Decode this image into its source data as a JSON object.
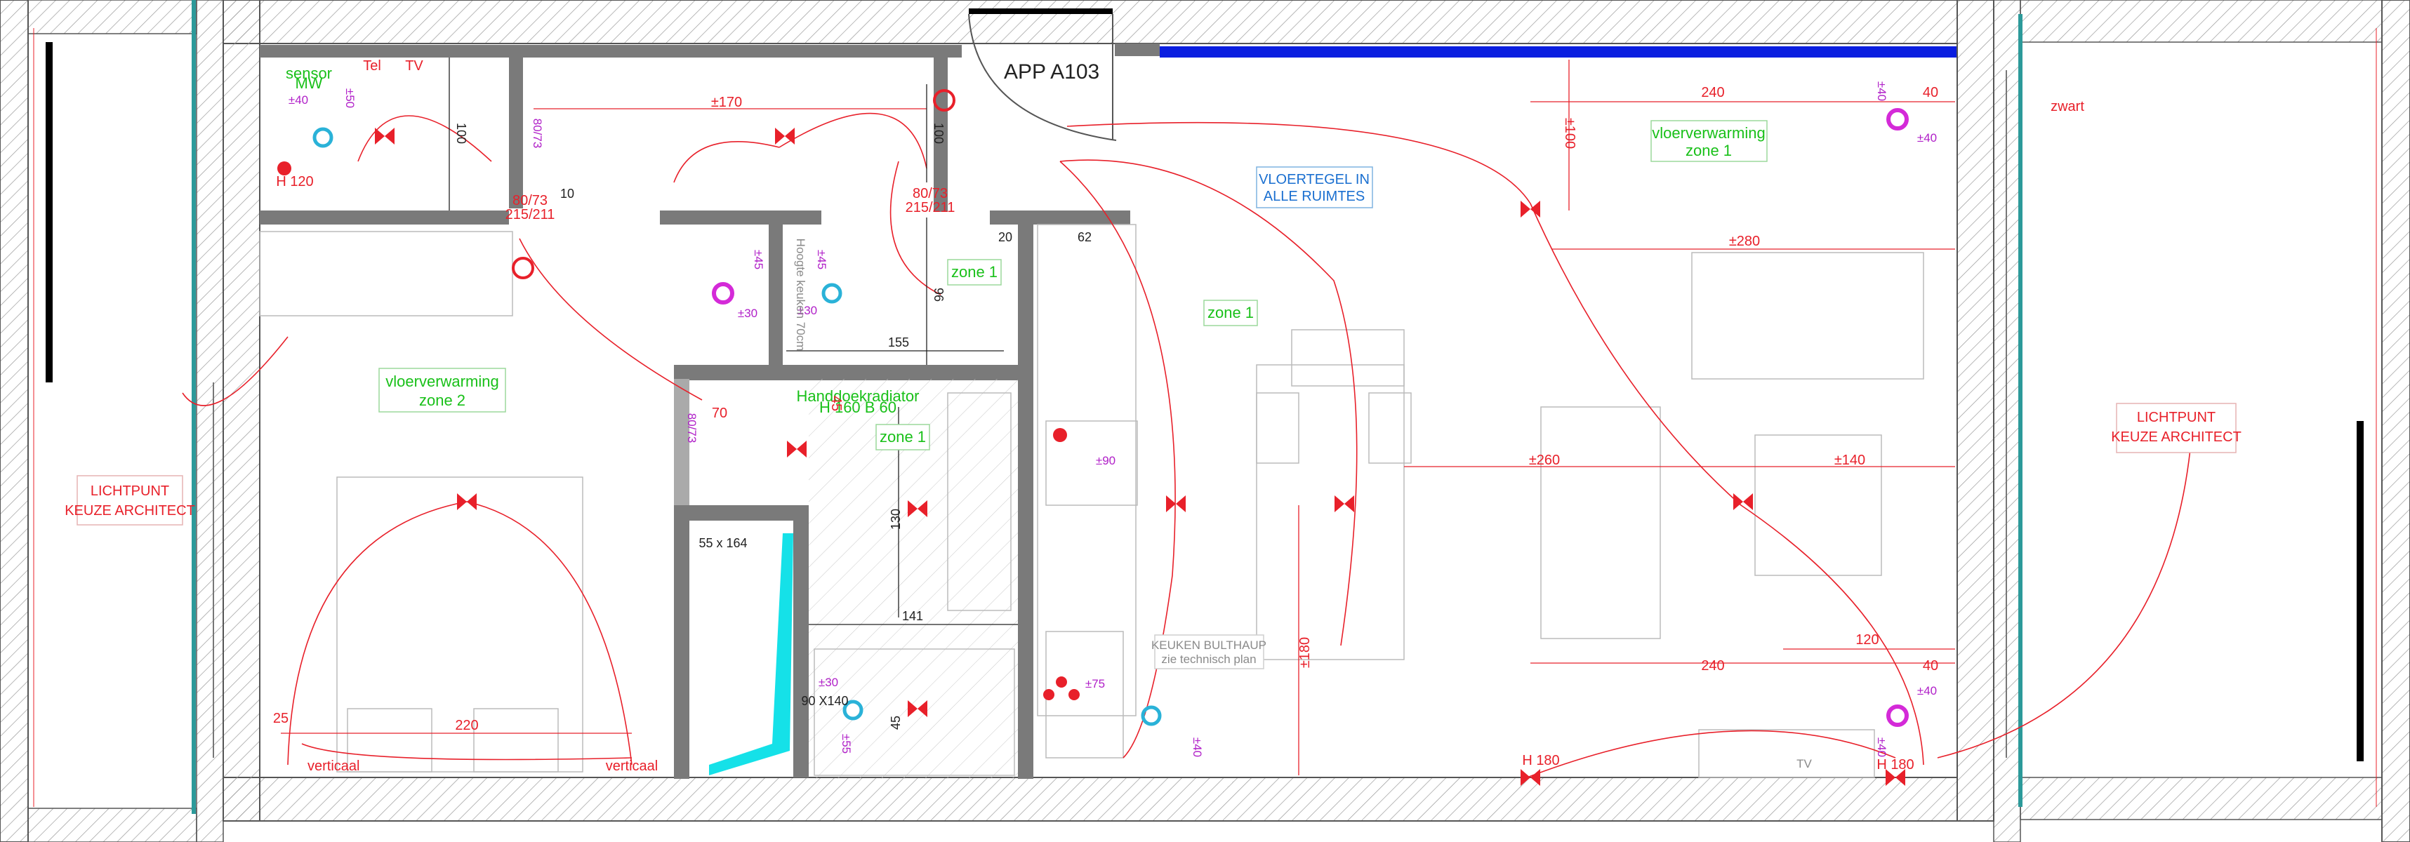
{
  "apartment_id": "APP A103",
  "notes": {
    "floor_tile": [
      "VLOERTEGEL IN",
      "ALLE RUIMTES"
    ],
    "light_left": [
      "LICHTPUNT",
      "KEUZE ARCHITECT"
    ],
    "light_right": [
      "LICHTPUNT",
      "KEUZE ARCHITECT"
    ],
    "kitchen": [
      "KEUKEN BULTHAUP",
      "zie technisch plan"
    ]
  },
  "zones": {
    "heating_1": [
      "vloerverwarming",
      "zone 1"
    ],
    "heating_2": [
      "vloerverwarming",
      "zone 2"
    ],
    "z1": "zone 1"
  },
  "dimensions": {
    "d240": "240",
    "d40": "40",
    "pm40": "±40",
    "pm100": "±100",
    "pm280": "±280",
    "pm260": "±260",
    "pm140": "±140",
    "d120": "120",
    "pm170": "±170",
    "d100": "100",
    "d10": "10",
    "door1": "80/73",
    "door2": "215/211",
    "d20": "20",
    "d62": "62",
    "d96": "96",
    "d155": "155",
    "pm45": "±45",
    "pm30": "±30",
    "d70": "70",
    "d45": "45",
    "pm90": "±90",
    "d130": "130",
    "d141": "141",
    "pm75": "±75",
    "pm180": "±180",
    "d25": "25",
    "d220": "220",
    "pm50": "±50",
    "pm55": "±55",
    "h120": "H 120",
    "h180": "H 180",
    "d55x164": "55 x 164",
    "d90x140": "90 X140"
  },
  "labels": {
    "vertical": "verticaal",
    "black": "zwart",
    "tv": "TV",
    "tel": "Tel",
    "towel_heater": "Handdoekradiator",
    "towel_heater_h": "H 160 B 60",
    "sensor": "sensor",
    "mw": "MW",
    "hoogte": "Hoogte keuken 70cm"
  }
}
